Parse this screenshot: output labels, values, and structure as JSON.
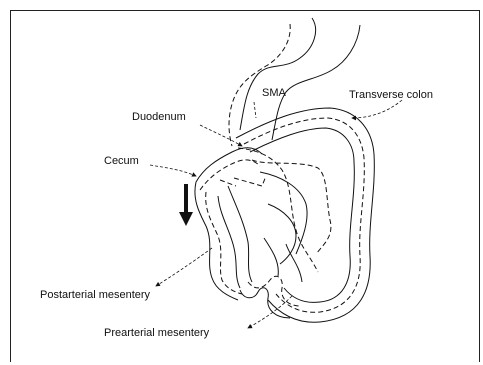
{
  "labels": {
    "sma": "SMA",
    "transverse_colon": "Transverse colon",
    "duodenum": "Duodenum",
    "cecum": "Cecum",
    "postarterial_mesentery": "Postarterial mesentery",
    "prearterial_mesentery": "Prearterial mesentery"
  }
}
